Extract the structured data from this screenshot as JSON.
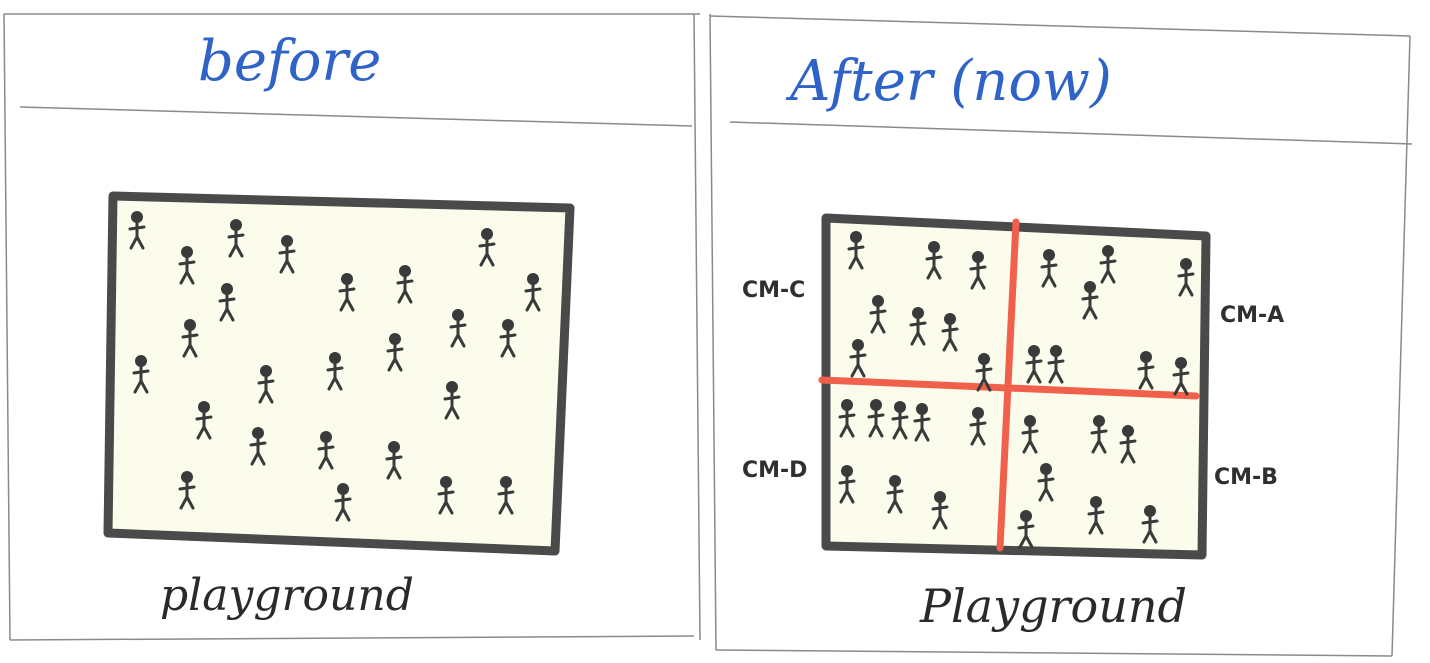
{
  "panels": {
    "before": {
      "title": "before",
      "caption": "playground"
    },
    "after": {
      "title": "After (now)",
      "caption": "Playground",
      "zones": {
        "top_left": "CM-C",
        "top_right": "CM-A",
        "bottom_left": "CM-D",
        "bottom_right": "CM-B"
      }
    }
  },
  "colors": {
    "ink_blue": "#2f63c8",
    "ink_black": "#3a3a3a",
    "divider_red": "#f0604a",
    "playground_fill": "#fbfcec"
  },
  "icons": {
    "person": "stick-figure-icon"
  }
}
